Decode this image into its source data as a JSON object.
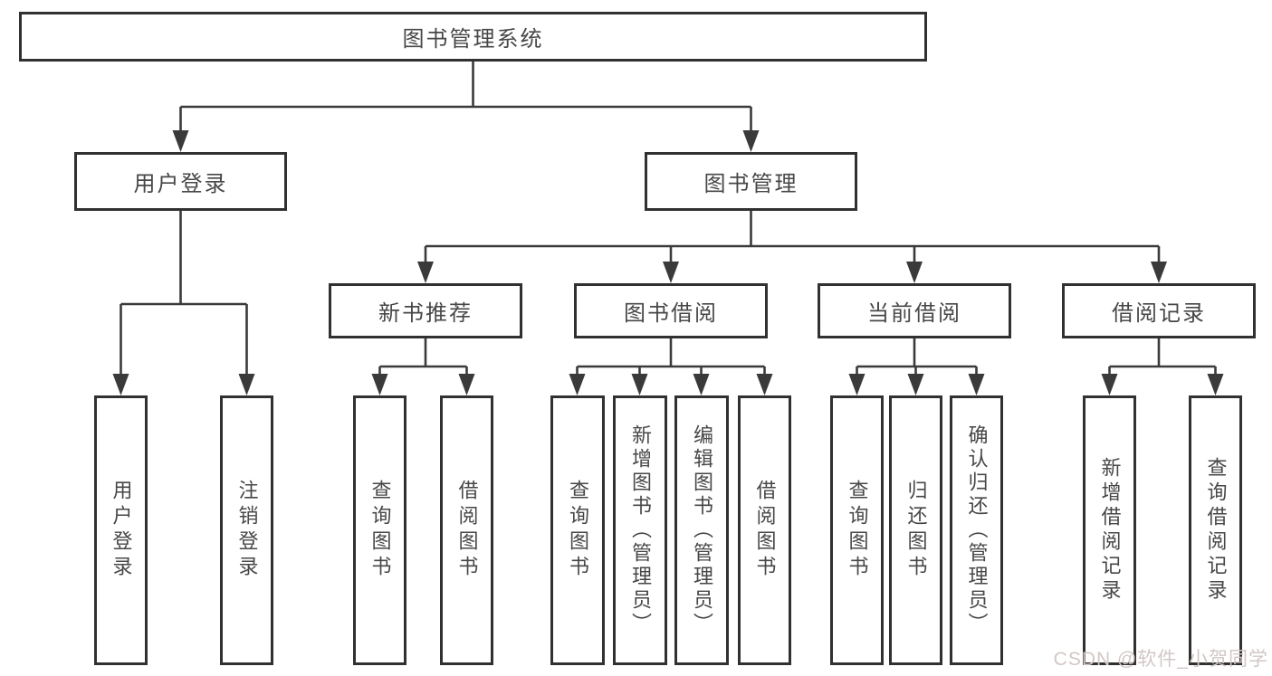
{
  "diagram": {
    "root": "图书管理系统",
    "user_branch": {
      "label": "用户登录",
      "children": [
        "用户登录",
        "注销登录"
      ]
    },
    "book_branch": {
      "label": "图书管理",
      "sections": [
        {
          "label": "新书推荐",
          "children": [
            "查询图书",
            "借阅图书"
          ]
        },
        {
          "label": "图书借阅",
          "children": [
            "查询图书",
            "新增图书（管理员）",
            "编辑图书（管理员）",
            "借阅图书"
          ]
        },
        {
          "label": "当前借阅",
          "children": [
            "查询图书",
            "归还图书",
            "确认归还（管理员）"
          ]
        },
        {
          "label": "借阅记录",
          "children": [
            "新增借阅记录",
            "查询借阅记录"
          ]
        }
      ]
    }
  },
  "watermark": "CSDN @软件_小贺同学",
  "colors": {
    "line": "#3a3a3a",
    "box_border": "#313131",
    "text": "#474747",
    "watermark": "#d2c7c5",
    "background": "#ffffff"
  }
}
